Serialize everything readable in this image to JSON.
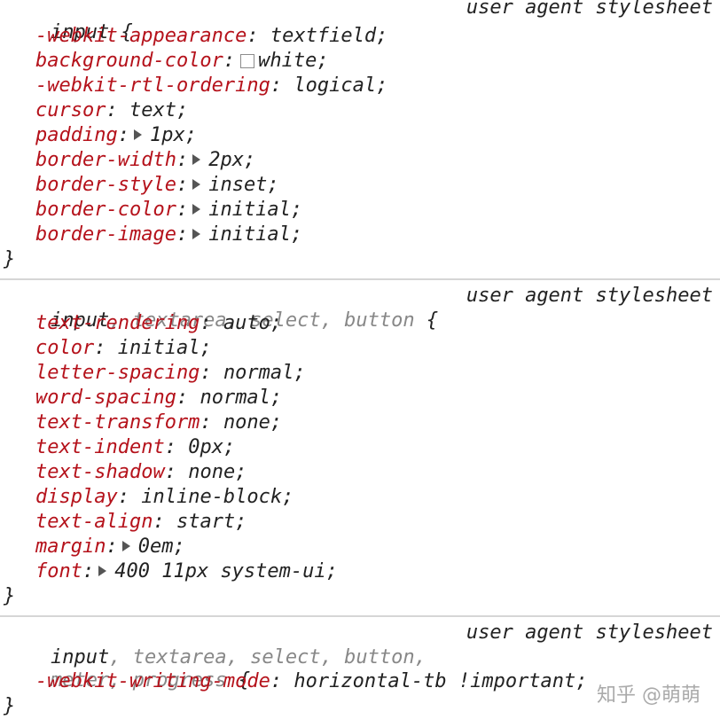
{
  "rules": [
    {
      "selector_match": "input",
      "selector_dim": "",
      "open_brace": " {",
      "origin": "user agent stylesheet",
      "close_brace": "}",
      "declarations": [
        {
          "name": "-webkit-appearance",
          "value": "textfield;"
        },
        {
          "name": "background-color",
          "value": "white;",
          "swatch": "#ffffff"
        },
        {
          "name": "-webkit-rtl-ordering",
          "value": "logical;"
        },
        {
          "name": "cursor",
          "value": "text;"
        },
        {
          "name": "padding",
          "value": "1px;",
          "expandable": true
        },
        {
          "name": "border-width",
          "value": "2px;",
          "expandable": true
        },
        {
          "name": "border-style",
          "value": "inset;",
          "expandable": true
        },
        {
          "name": "border-color",
          "value": "initial;",
          "expandable": true
        },
        {
          "name": "border-image",
          "value": "initial;",
          "expandable": true
        }
      ]
    },
    {
      "selector_match": "input",
      "selector_dim": ", textarea, select, button",
      "open_brace": " {",
      "origin": "user agent stylesheet",
      "close_brace": "}",
      "declarations": [
        {
          "name": "text-rendering",
          "value": "auto;"
        },
        {
          "name": "color",
          "value": "initial;"
        },
        {
          "name": "letter-spacing",
          "value": "normal;"
        },
        {
          "name": "word-spacing",
          "value": "normal;"
        },
        {
          "name": "text-transform",
          "value": "none;"
        },
        {
          "name": "text-indent",
          "value": "0px;"
        },
        {
          "name": "text-shadow",
          "value": "none;"
        },
        {
          "name": "display",
          "value": "inline-block;"
        },
        {
          "name": "text-align",
          "value": "start;"
        },
        {
          "name": "margin",
          "value": "0em;",
          "expandable": true
        },
        {
          "name": "font",
          "value": "400 11px system-ui;",
          "expandable": true
        }
      ]
    },
    {
      "selector_match": "input",
      "selector_dim_line1": ", textarea, select, button,",
      "selector_dim_line2": "meter, progress",
      "open_brace": " {",
      "origin": "user agent stylesheet",
      "close_brace": "}",
      "declarations": [
        {
          "name": "-webkit-writing-mode",
          "value": "horizontal-tb !important;"
        }
      ]
    }
  ],
  "watermark": "知乎 @萌萌",
  "colors": {
    "property_name": "#b5121b",
    "dim_selector": "#888888",
    "divider": "#d6d6d6"
  }
}
